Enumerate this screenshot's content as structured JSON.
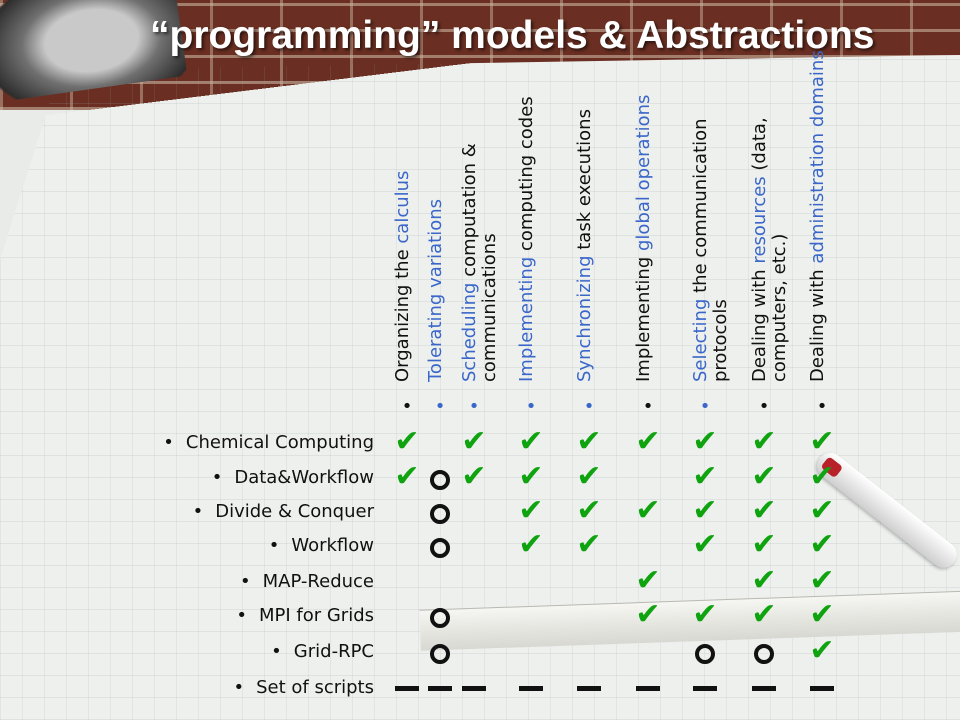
{
  "title": "“programming” models & Abstractions",
  "columns": [
    {
      "parts": [
        {
          "t": "Organizing the ",
          "hl": false
        },
        {
          "t": "calculus",
          "hl": true
        }
      ],
      "bullet_blue": false
    },
    {
      "parts": [
        {
          "t": "Tolerating variations",
          "hl": true
        }
      ],
      "bullet_blue": true
    },
    {
      "parts": [
        {
          "t": "Scheduling",
          "hl": true
        },
        {
          "t": " computation & communications",
          "hl": false
        }
      ],
      "bullet_blue": true
    },
    {
      "parts": [
        {
          "t": "Implementing",
          "hl": true
        },
        {
          "t": " computing codes",
          "hl": false
        }
      ],
      "bullet_blue": true
    },
    {
      "parts": [
        {
          "t": "Synchronizing",
          "hl": true
        },
        {
          "t": " task executions",
          "hl": false
        }
      ],
      "bullet_blue": true
    },
    {
      "parts": [
        {
          "t": "Implementing ",
          "hl": false
        },
        {
          "t": "global operations",
          "hl": true
        }
      ],
      "bullet_blue": false
    },
    {
      "parts": [
        {
          "t": "Selecting",
          "hl": true
        },
        {
          "t": " the communication protocols",
          "hl": false
        }
      ],
      "bullet_blue": true
    },
    {
      "parts": [
        {
          "t": "Dealing with ",
          "hl": false
        },
        {
          "t": "resources",
          "hl": true
        },
        {
          "t": " (data, computers, etc.)",
          "hl": false
        }
      ],
      "bullet_blue": false
    },
    {
      "parts": [
        {
          "t": "Dealing with ",
          "hl": false
        },
        {
          "t": "administration domains",
          "hl": true
        }
      ],
      "bullet_blue": false
    }
  ],
  "rows": [
    {
      "label": "Chemical Computing",
      "cells": [
        "check",
        "",
        "check",
        "check",
        "check",
        "check",
        "check",
        "check",
        "check"
      ]
    },
    {
      "label": "Data&Workflow",
      "cells": [
        "check",
        "circle",
        "check",
        "check",
        "check",
        "",
        "check",
        "check",
        "check"
      ]
    },
    {
      "label": "Divide & Conquer",
      "cells": [
        "",
        "circle",
        "",
        "check",
        "check",
        "check",
        "check",
        "check",
        "check"
      ]
    },
    {
      "label": "Workflow",
      "cells": [
        "",
        "circle",
        "",
        "check",
        "check",
        "",
        "check",
        "check",
        "check"
      ]
    },
    {
      "label": "MAP-Reduce",
      "cells": [
        "",
        "",
        "",
        "",
        "",
        "check",
        "",
        "check",
        "check"
      ]
    },
    {
      "label": "MPI for Grids",
      "cells": [
        "",
        "circle",
        "",
        "",
        "",
        "check",
        "check",
        "check",
        "check"
      ]
    },
    {
      "label": "Grid-RPC",
      "cells": [
        "",
        "circle",
        "",
        "",
        "",
        "",
        "circle",
        "circle",
        "check"
      ]
    },
    {
      "label": "Set of scripts",
      "cells": [
        "dash",
        "dash",
        "dash",
        "dash",
        "dash",
        "dash",
        "dash",
        "dash",
        "dash"
      ]
    }
  ],
  "bullet_char": "•",
  "check_char": "✔"
}
